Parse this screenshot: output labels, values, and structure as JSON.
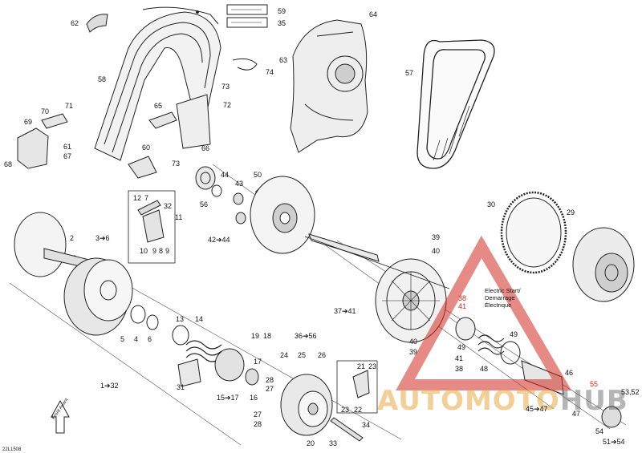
{
  "diagram": {
    "code": "22L1508",
    "front_arrow": {
      "line1": "Front",
      "line2": "Avant"
    },
    "electric_start_note": [
      "Electric Start/",
      "Demarrage",
      "Électrique"
    ],
    "watermark": {
      "left": "AUTOMOTO",
      "right": "HUB"
    },
    "colors": {
      "accent_red": "#d22a22",
      "watermark_orange": "#e8a840",
      "watermark_gray": "#5a5a5a"
    },
    "labels": {
      "l62": "62",
      "l59": "59",
      "l35": "35",
      "l64": "64",
      "l58": "58",
      "l63": "63",
      "l74": "74",
      "l57": "57",
      "l73a": "73",
      "l72": "72",
      "l65": "65",
      "l71": "71",
      "l70": "70",
      "l69": "69",
      "l61": "61",
      "l67": "67",
      "l68": "68",
      "l60": "60",
      "l66": "66",
      "l73b": "73",
      "l44": "44",
      "l50": "50",
      "l43": "43",
      "l56": "56",
      "l30": "30",
      "l29": "29",
      "l12": "12",
      "l7": "7",
      "l32": "32",
      "l11": "11",
      "l10": "10",
      "l9a": "9",
      "l8": "8",
      "l9b": "9",
      "l2": "2",
      "l3_6": "3➔6",
      "l42_44": "42➔44",
      "l39a": "39",
      "l40a": "40",
      "l38a": "38",
      "l41a": "41",
      "l37_41": "37➔41",
      "l5": "5",
      "l4": "4",
      "l6": "6",
      "l13": "13",
      "l14": "14",
      "l19": "19",
      "l18": "18",
      "l17": "17",
      "l36_56": "36➔56",
      "l40b": "40",
      "l39b": "39",
      "l49a": "49",
      "l49b": "49",
      "l41b": "41",
      "l38b": "38",
      "l48": "48",
      "l24": "24",
      "l25": "25",
      "l26": "26",
      "l21": "21",
      "l23a": "23",
      "l46": "46",
      "l1_32": "1➔32",
      "l31": "31",
      "l15_17": "15➔17",
      "l16": "16",
      "l28a": "28",
      "l27a": "27",
      "l55": "55",
      "l53_52": "53,52",
      "l45_47": "45➔47",
      "l47": "47",
      "l27b": "27",
      "l23b": "23",
      "l22": "22",
      "l28b": "28",
      "l34": "34",
      "l54": "54",
      "l20": "20",
      "l33": "33",
      "l51_54": "51➔54"
    }
  }
}
